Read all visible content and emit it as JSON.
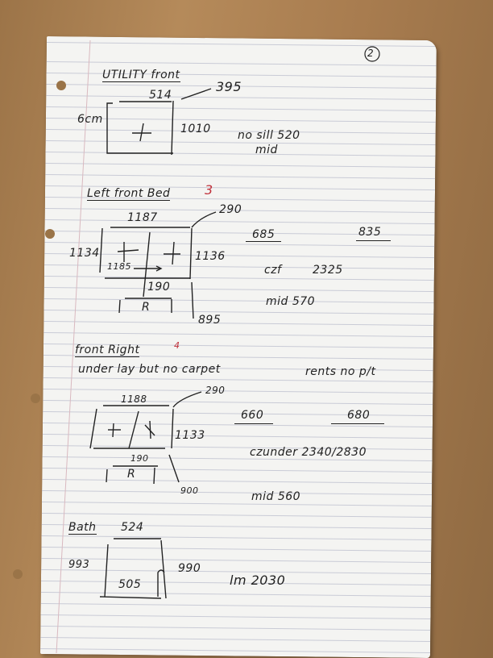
{
  "page_number": "2",
  "sections": {
    "utility": {
      "title": "UTILITY front",
      "width": "514",
      "diag": "395",
      "left": "6cm",
      "height": "1010",
      "note1": "no sill 520",
      "note2": "mid"
    },
    "left_bed": {
      "title": "Left front Bed",
      "number": "3",
      "width": "1187",
      "diag": "290",
      "left": "1134",
      "right": "1136",
      "inner": "1185",
      "below": "190",
      "radiator": "R",
      "bottom": "895",
      "m1": "685",
      "m2": "835",
      "czf_label": "czf",
      "czf_value": "2325",
      "mid": "mid 570"
    },
    "front_right": {
      "title": "front Right",
      "number": "4",
      "note": "under lay but no carpet",
      "rents": "rents no p/t",
      "width": "1188",
      "diag": "290",
      "right": "1133",
      "below": "190",
      "radiator": "R",
      "bottom": "900",
      "m1": "660",
      "m2": "680",
      "cz": "czunder 2340/2830",
      "mid": "mid 560"
    },
    "bath": {
      "title": "Bath",
      "width": "524",
      "left": "993",
      "inner": "505",
      "right": "990",
      "lm": "lm 2030"
    }
  }
}
